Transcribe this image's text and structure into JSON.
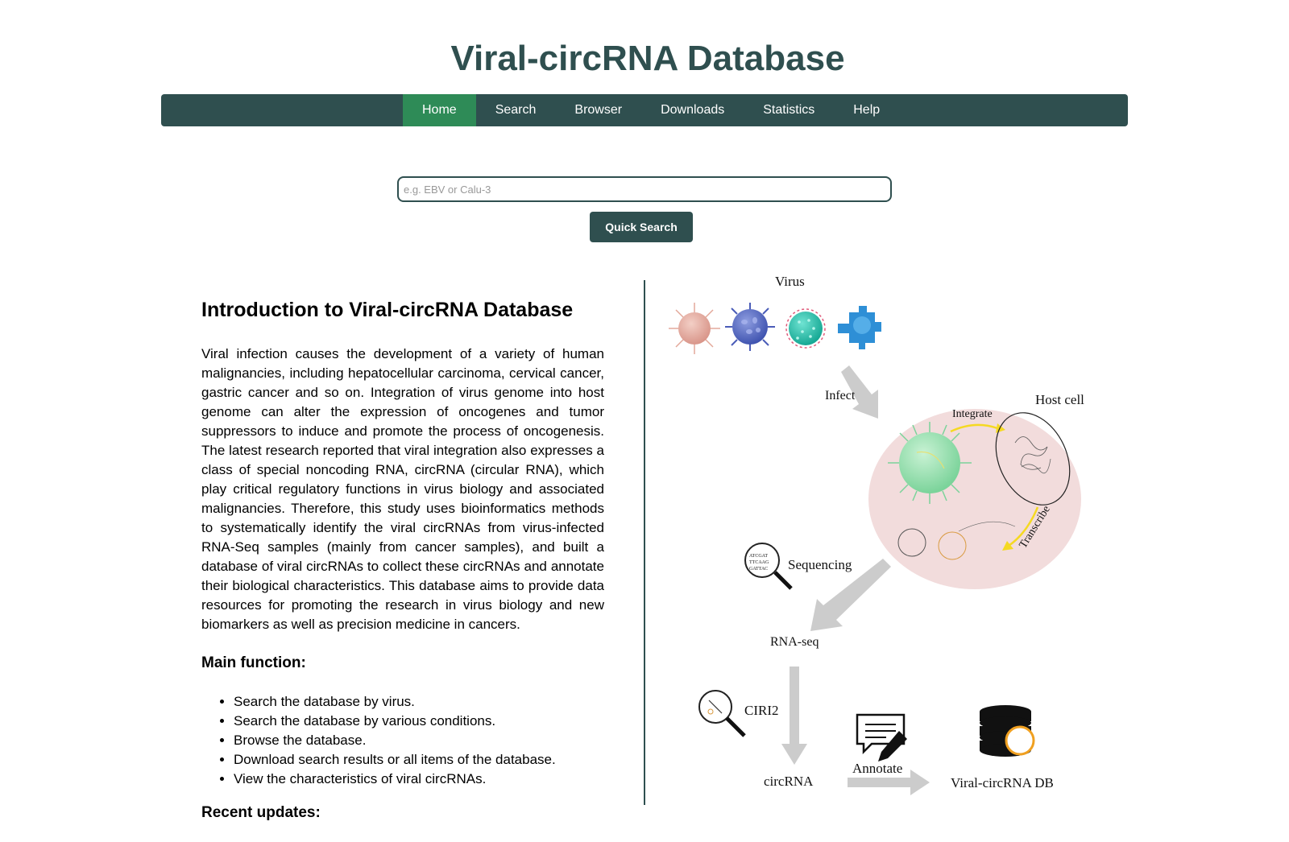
{
  "site": {
    "title": "Viral-circRNA Database"
  },
  "nav": {
    "items": [
      {
        "label": "Home",
        "active": true
      },
      {
        "label": "Search",
        "active": false
      },
      {
        "label": "Browser",
        "active": false
      },
      {
        "label": "Downloads",
        "active": false
      },
      {
        "label": "Statistics",
        "active": false
      },
      {
        "label": "Help",
        "active": false
      }
    ]
  },
  "search": {
    "placeholder": "e.g. EBV or Calu-3",
    "value": "",
    "button_label": "Quick Search"
  },
  "intro": {
    "heading": "Introduction to Viral-circRNA Database",
    "paragraph": "Viral infection causes the development of a variety of human malignancies, including hepatocellular carcinoma, cervical cancer, gastric cancer and so on. Integration of virus genome into host genome can alter the expression of oncogenes and tumor suppressors to induce and promote the process of oncogenesis. The latest research reported that viral integration also expresses a class of special noncoding RNA, circRNA (circular RNA), which play critical regulatory functions in virus biology and associated malignancies. Therefore, this study uses bioinformatics methods to systematically identify the viral circRNAs from virus-infected RNA-Seq samples (mainly from cancer samples), and built a database of viral circRNAs to collect these circRNAs and annotate their biological characteristics. This database aims to provide data resources for promoting the research in virus biology and new biomarkers as well as precision medicine in cancers.",
    "main_function_heading": "Main function:",
    "functions": [
      "Search the database by virus.",
      "Search the database by various conditions.",
      "Browse the database.",
      "Download search results or all items of the database.",
      "View the characteristics of viral circRNAs."
    ],
    "recent_heading": "Recent updates:"
  },
  "diagram": {
    "labels": {
      "virus": "Virus",
      "infect": "Infect",
      "host_cell": "Host cell",
      "integrate": "Integrate",
      "transcribe": "Transcribe",
      "sequencing": "Sequencing",
      "rna_seq": "RNA-seq",
      "ciri2": "CIRI2",
      "circrna": "circRNA",
      "annotate": "Annotate",
      "db": "Viral-circRNA DB"
    },
    "colors": {
      "virus1": "#e3a89a",
      "virus2": "#5a6fc7",
      "virus3": "#27c5b0",
      "virus4": "#2e8fd6",
      "cell": "#f2dcdc",
      "arrow": "#cccccc",
      "highlight": "#f5d922"
    }
  }
}
